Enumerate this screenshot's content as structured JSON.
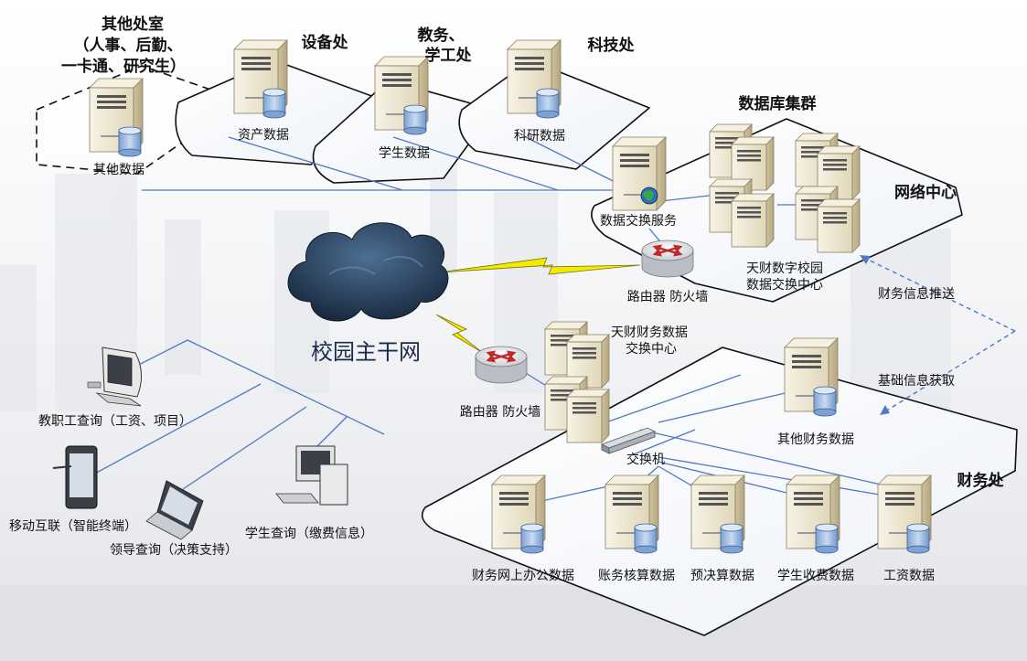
{
  "departments": {
    "other_office": {
      "title_line1": "其他处室",
      "title_line2": "（人事、后勤、",
      "title_line3": "一卡通、研究生）",
      "data": "其他数据"
    },
    "equipment": {
      "title": "设备处",
      "data": "资产数据"
    },
    "academic": {
      "title_line1": "教务、",
      "title_line2": "学工处",
      "data": "学生数据"
    },
    "sci_tech": {
      "title": "科技处",
      "data": "科研数据"
    }
  },
  "network_center": {
    "title": "网络中心",
    "db_cluster": "数据库集群",
    "exchange_service": "数据交换服务",
    "campus_center_line1": "天财数字校园",
    "campus_center_line2": "数据交换中心",
    "router_label": "路由器  防火墙"
  },
  "backbone": {
    "label": "校园主干网"
  },
  "finance": {
    "title": "财务处",
    "exchange_center_line1": "天财财务数据",
    "exchange_center_line2": "交换中心",
    "router_label": "路由器 防火墙",
    "switch": "交换机",
    "other_finance": "其他财务数据",
    "servers": [
      "财务网上办公数据",
      "账务核算数据",
      "预决算数据",
      "学生收费数据",
      "工资数据"
    ]
  },
  "flows": {
    "push": "财务信息推送",
    "fetch": "基础信息获取"
  },
  "clients": {
    "staff": "教职工查询（工资、项目）",
    "mobile": "移动互联（智能终端）",
    "leader": "领导查询（决策支持）",
    "student": "学生查询（缴费信息）"
  },
  "colors": {
    "line": "#4f79c2",
    "zone_fill": "#f3f6fb",
    "server_body": "#ebe4cf",
    "db": "#a9c4e6",
    "lightning": "#f2ea00",
    "cloud": "#1d3047",
    "router_arrow": "#c0282b"
  }
}
